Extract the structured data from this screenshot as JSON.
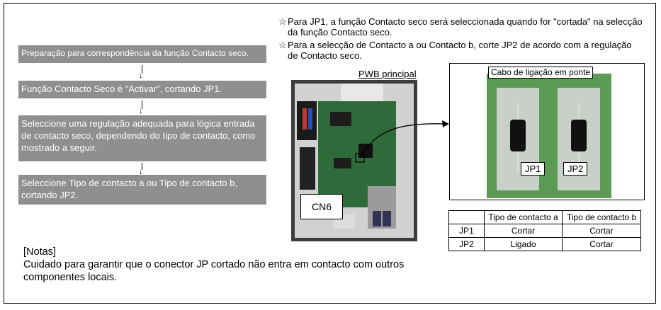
{
  "steps": [
    "Preparação para correspondência da função Contacto seco.",
    "Função Contacto Seco é \"Activar\", cortando JP1.",
    "Seleccione uma regulação adequada para lógica entrada de contacto seco, dependendo do tipo de contacto, como mostrado a seguir.",
    "Seleccione Tipo de contacto a ou Tipo de contacto b, cortando JP2."
  ],
  "star_symbol": "☆",
  "arrow_symbol": "↓",
  "star_notes": [
    "Para JP1, a função Contacto seco será seleccionada quando for \"cortada\" na selecção da função Contacto seco.",
    "Para a selecção de Contacto a ou Contacto b, corte JP2 de acordo com a regulação de Contacto seco."
  ],
  "pwb_label": "PWB principal",
  "cn6_label": "CN6",
  "bridge_label": "Cabo de ligação em ponte",
  "jp1_label": "JP1",
  "jp2_label": "JP2",
  "table": {
    "headers": [
      "",
      "Tipo de contacto a",
      "Tipo de contacto b"
    ],
    "rows": [
      [
        "JP1",
        "Cortar",
        "Cortar"
      ],
      [
        "JP2",
        "Ligado",
        "Cortar"
      ]
    ]
  },
  "notes": {
    "title": "[Notas]",
    "text": "Cuidado para garantir que o conector JP cortado não entra em contacto com outros componentes locais."
  }
}
